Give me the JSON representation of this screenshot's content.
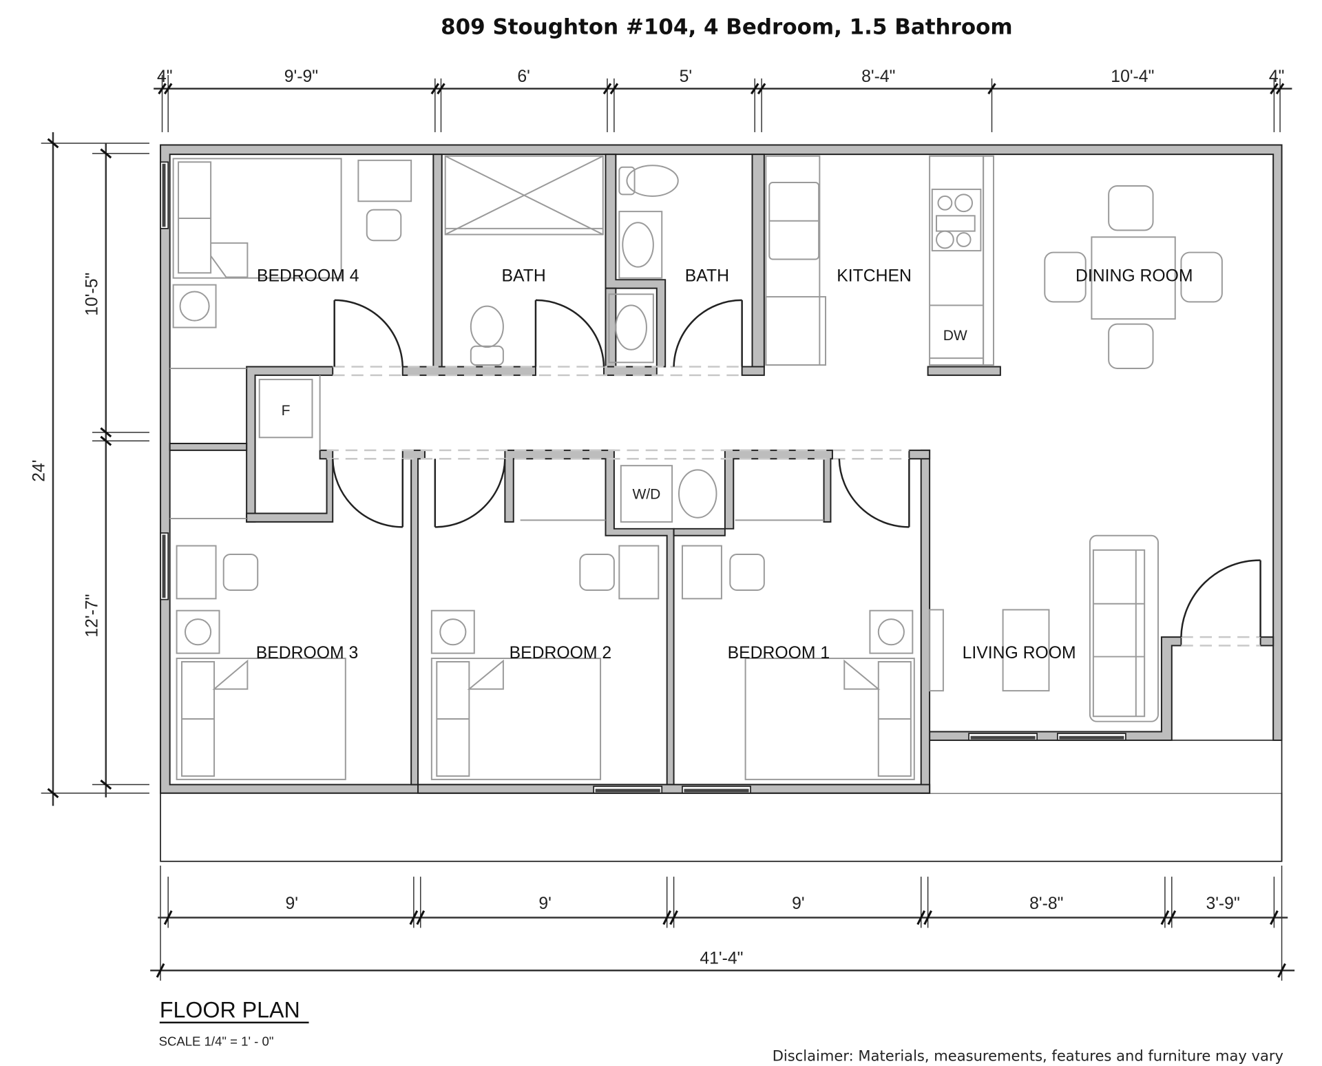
{
  "title": "809 Stoughton #104, 4 Bedroom, 1.5 Bathroom",
  "top_dimensions": [
    "4\"",
    "9'-9\"",
    "6'",
    "5'",
    "8'-4\"",
    "10'-4\"",
    "4\""
  ],
  "left_dimensions": {
    "overall": "24'",
    "upper": "10'-5\"",
    "lower": "12'-7\""
  },
  "bottom_dimensions": [
    "9'",
    "9'",
    "9'",
    "8'-8\"",
    "3'-9\""
  ],
  "bottom_overall": "41'-4\"",
  "rooms": {
    "bedroom4": "BEDROOM 4",
    "bath1": "BATH",
    "bath2": "BATH",
    "kitchen": "KITCHEN",
    "dining": "DINING ROOM",
    "bedroom3": "BEDROOM 3",
    "bedroom2": "BEDROOM 2",
    "bedroom1": "BEDROOM 1",
    "living": "LIVING ROOM"
  },
  "fixtures": {
    "furnace": "F",
    "washer_dryer": "W/D",
    "dishwasher": "DW"
  },
  "legend": {
    "plan_title": "FLOOR PLAN",
    "scale": "SCALE  1/4\" = 1' - 0\""
  },
  "disclaimer": "Disclaimer: Materials, measurements, features and furniture may vary",
  "colors": {
    "wall_fill": "#bdbdbd",
    "line": "#222222",
    "furniture": "#9a9a9a"
  }
}
